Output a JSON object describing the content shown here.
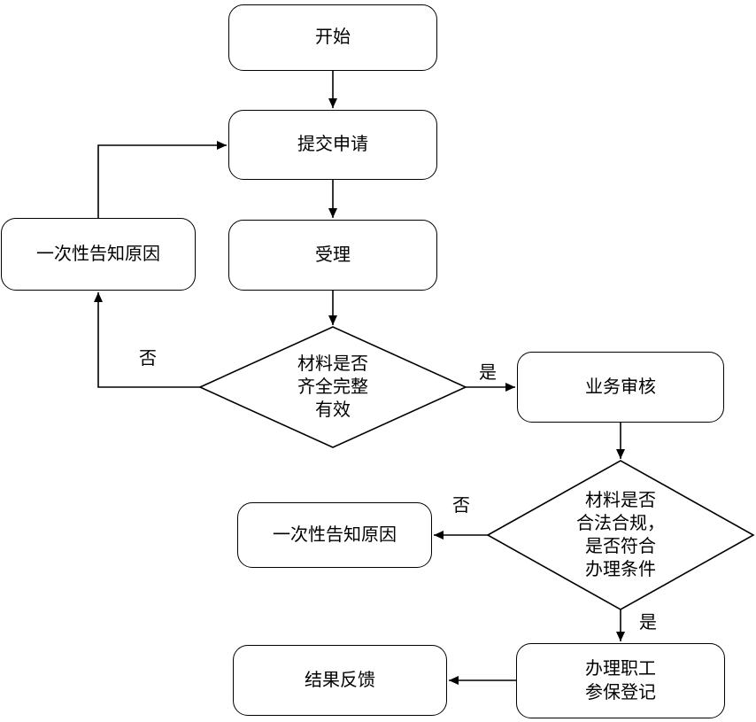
{
  "diagram_type": "flowchart",
  "colors": {
    "line": "#000000",
    "node_fill": "#ffffff",
    "text": "#000000",
    "background": "#ffffff"
  },
  "nodes": {
    "start": {
      "shape": "rounded-rect",
      "label": "开始"
    },
    "submit": {
      "shape": "rounded-rect",
      "label": "提交申请"
    },
    "accept": {
      "shape": "rounded-rect",
      "label": "受理"
    },
    "notify1": {
      "shape": "rounded-rect",
      "label": "一次性告知原因"
    },
    "decision1": {
      "shape": "diamond",
      "label": "材料是否\n齐全完整\n有效"
    },
    "review": {
      "shape": "rounded-rect",
      "label": "业务审核"
    },
    "decision2": {
      "shape": "diamond",
      "label": "材料是否\n合法合规，\n是否符合\n办理条件"
    },
    "notify2": {
      "shape": "rounded-rect",
      "label": "一次性告知原因"
    },
    "register": {
      "shape": "rounded-rect",
      "label": "办理职工\n参保登记"
    },
    "feedback": {
      "shape": "rounded-rect",
      "label": "结果反馈"
    }
  },
  "edges": [
    {
      "from": "start",
      "to": "submit",
      "label": ""
    },
    {
      "from": "submit",
      "to": "accept",
      "label": ""
    },
    {
      "from": "accept",
      "to": "decision1",
      "label": ""
    },
    {
      "from": "decision1",
      "to": "notify1",
      "label": "否"
    },
    {
      "from": "notify1",
      "to": "submit",
      "label": ""
    },
    {
      "from": "decision1",
      "to": "review",
      "label": "是"
    },
    {
      "from": "review",
      "to": "decision2",
      "label": ""
    },
    {
      "from": "decision2",
      "to": "notify2",
      "label": "否"
    },
    {
      "from": "decision2",
      "to": "register",
      "label": "是"
    },
    {
      "from": "register",
      "to": "feedback",
      "label": ""
    }
  ]
}
